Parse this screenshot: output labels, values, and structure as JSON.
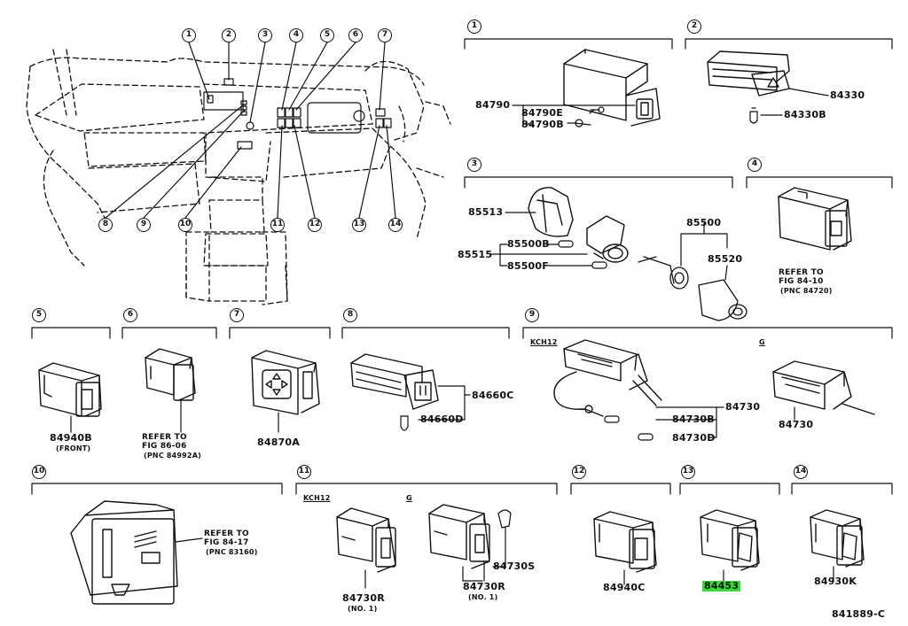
{
  "diagram_id": "841889-C",
  "callouts_overview": [
    "1",
    "2",
    "3",
    "4",
    "5",
    "6",
    "7",
    "8",
    "9",
    "10",
    "11",
    "12",
    "13",
    "14"
  ],
  "sections": {
    "s1": {
      "num": "1",
      "parts": [
        "84790",
        "84790E",
        "84790B"
      ]
    },
    "s2": {
      "num": "2",
      "parts": [
        "84330",
        "84330B"
      ]
    },
    "s3": {
      "num": "3",
      "parts": [
        "85513",
        "85515",
        "85500B",
        "85500F",
        "85500",
        "85520"
      ]
    },
    "s4": {
      "num": "4",
      "refer": [
        "REFER TO",
        "FIG 84-10",
        "(PNC 84720)"
      ]
    },
    "s5": {
      "num": "5",
      "part": "84940B",
      "note": "(FRONT)"
    },
    "s6": {
      "num": "6",
      "refer": [
        "REFER TO",
        "FIG 86-06",
        "(PNC 84992A)"
      ]
    },
    "s7": {
      "num": "7",
      "part": "84870A"
    },
    "s8": {
      "num": "8",
      "parts": [
        "84660C",
        "84660D"
      ]
    },
    "s9": {
      "num": "9",
      "variant_a": "KCH12",
      "variant_b": "G",
      "parts": [
        "84730",
        "84730B",
        "84730D",
        "84730"
      ]
    },
    "s10": {
      "num": "10",
      "refer": [
        "REFER TO",
        "FIG 84-17",
        "(PNC 83160)"
      ]
    },
    "s11": {
      "num": "11",
      "variant_a": "KCH12",
      "variant_b": "G",
      "parts": [
        "84730R",
        "84730R",
        "84730S"
      ],
      "notes": [
        "(NO. 1)",
        "(NO. 1)"
      ]
    },
    "s12": {
      "num": "12",
      "part": "84940C"
    },
    "s13": {
      "num": "13",
      "part": "84453",
      "highlight_color": "#33dd33"
    },
    "s14": {
      "num": "14",
      "part": "84930K"
    }
  }
}
